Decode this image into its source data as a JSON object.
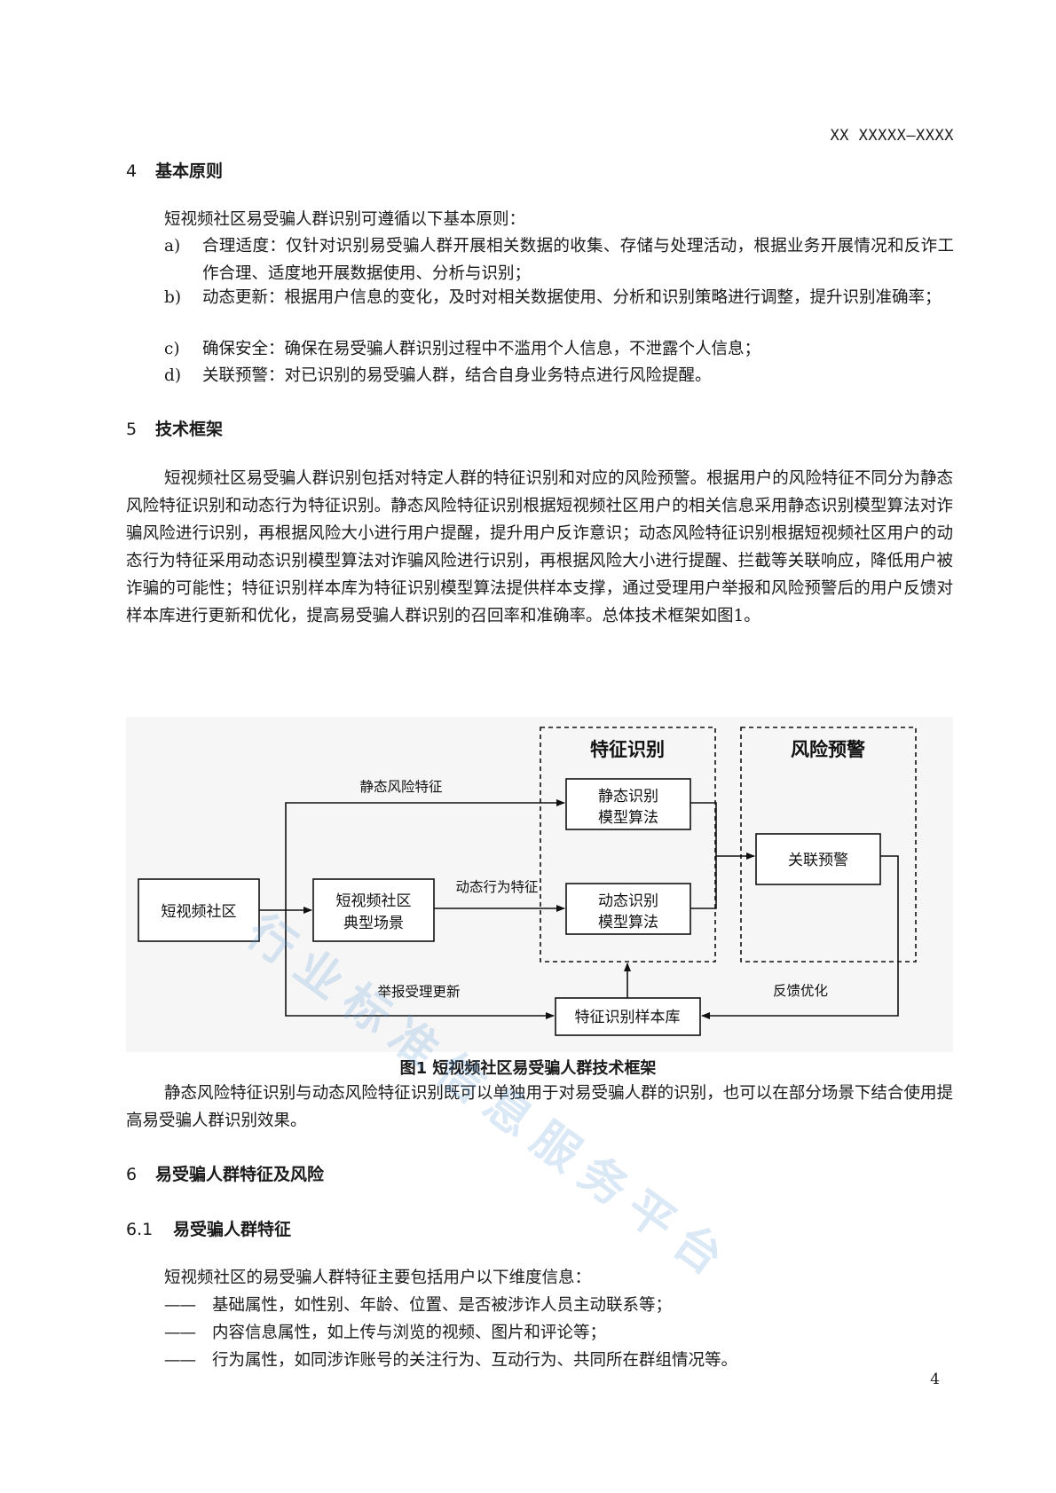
{
  "header": {
    "doc_code": "XX XXXXX—XXXX"
  },
  "section4": {
    "num": "4",
    "title": "基本原则",
    "intro": "短视频社区易受骗人群识别可遵循以下基本原则：",
    "items": [
      {
        "label": "a)",
        "text": "合理适度：仅针对识别易受骗人群开展相关数据的收集、存储与处理活动，根据业务开展情况和反诈工作合理、适度地开展数据使用、分析与识别；"
      },
      {
        "label": "b)",
        "text": "动态更新：根据用户信息的变化，及时对相关数据使用、分析和识别策略进行调整，提升识别准确率；"
      },
      {
        "label": "c)",
        "text": "确保安全：确保在易受骗人群识别过程中不滥用个人信息，不泄露个人信息；"
      },
      {
        "label": "d)",
        "text": "关联预警：对已识别的易受骗人群，结合自身业务特点进行风险提醒。"
      }
    ]
  },
  "section5": {
    "num": "5",
    "title": "技术框架",
    "paragraph": "短视频社区易受骗人群识别包括对特定人群的特征识别和对应的风险预警。根据用户的风险特征不同分为静态风险特征识别和动态行为特征识别。静态风险特征识别根据短视频社区用户的相关信息采用静态识别模型算法对诈骗风险进行识别，再根据风险大小进行用户提醒，提升用户反诈意识；动态风险特征识别根据短视频社区用户的动态行为特征采用动态识别模型算法对诈骗风险进行识别，再根据风险大小进行提醒、拦截等关联响应，降低用户被诈骗的可能性；特征识别样本库为特征识别模型算法提供样本支撑，通过受理用户举报和风险预警后的用户反馈对样本库进行更新和优化，提高易受骗人群识别的召回率和准确率。总体技术框架如图1。",
    "figure": {
      "groups": {
        "feature": "特征识别",
        "risk": "风险预警"
      },
      "nodes": {
        "community": "短视频社区",
        "scene_line1": "短视频社区",
        "scene_line2": "典型场景",
        "static_line1": "静态识别",
        "static_line2": "模型算法",
        "dynamic_line1": "动态识别",
        "dynamic_line2": "模型算法",
        "warning": "关联预警",
        "library": "特征识别样本库"
      },
      "edges": {
        "static_risk": "静态风险特征",
        "dynamic_behavior": "动态行为特征",
        "report_update": "举报受理更新",
        "feedback": "反馈优化"
      },
      "caption": "图1  短视频社区易受骗人群技术框架"
    },
    "after_paragraph": "静态风险特征识别与动态风险特征识别既可以单独用于对易受骗人群的识别，也可以在部分场景下结合使用提高易受骗人群识别效果。"
  },
  "section6": {
    "num": "6",
    "title": "易受骗人群特征及风险",
    "sub1": {
      "num": "6.1",
      "title": "易受骗人群特征",
      "intro": "短视频社区的易受骗人群特征主要包括用户以下维度信息：",
      "items": [
        {
          "label": "——",
          "text": "基础属性，如性别、年龄、位置、是否被涉诈人员主动联系等；"
        },
        {
          "label": "——",
          "text": "内容信息属性，如上传与浏览的视频、图片和评论等；"
        },
        {
          "label": "——",
          "text": "行为属性，如同涉诈账号的关注行为、互动行为、共同所在群组情况等。"
        }
      ]
    }
  },
  "watermark": "行业标准信息服务平台",
  "page_number": "4"
}
